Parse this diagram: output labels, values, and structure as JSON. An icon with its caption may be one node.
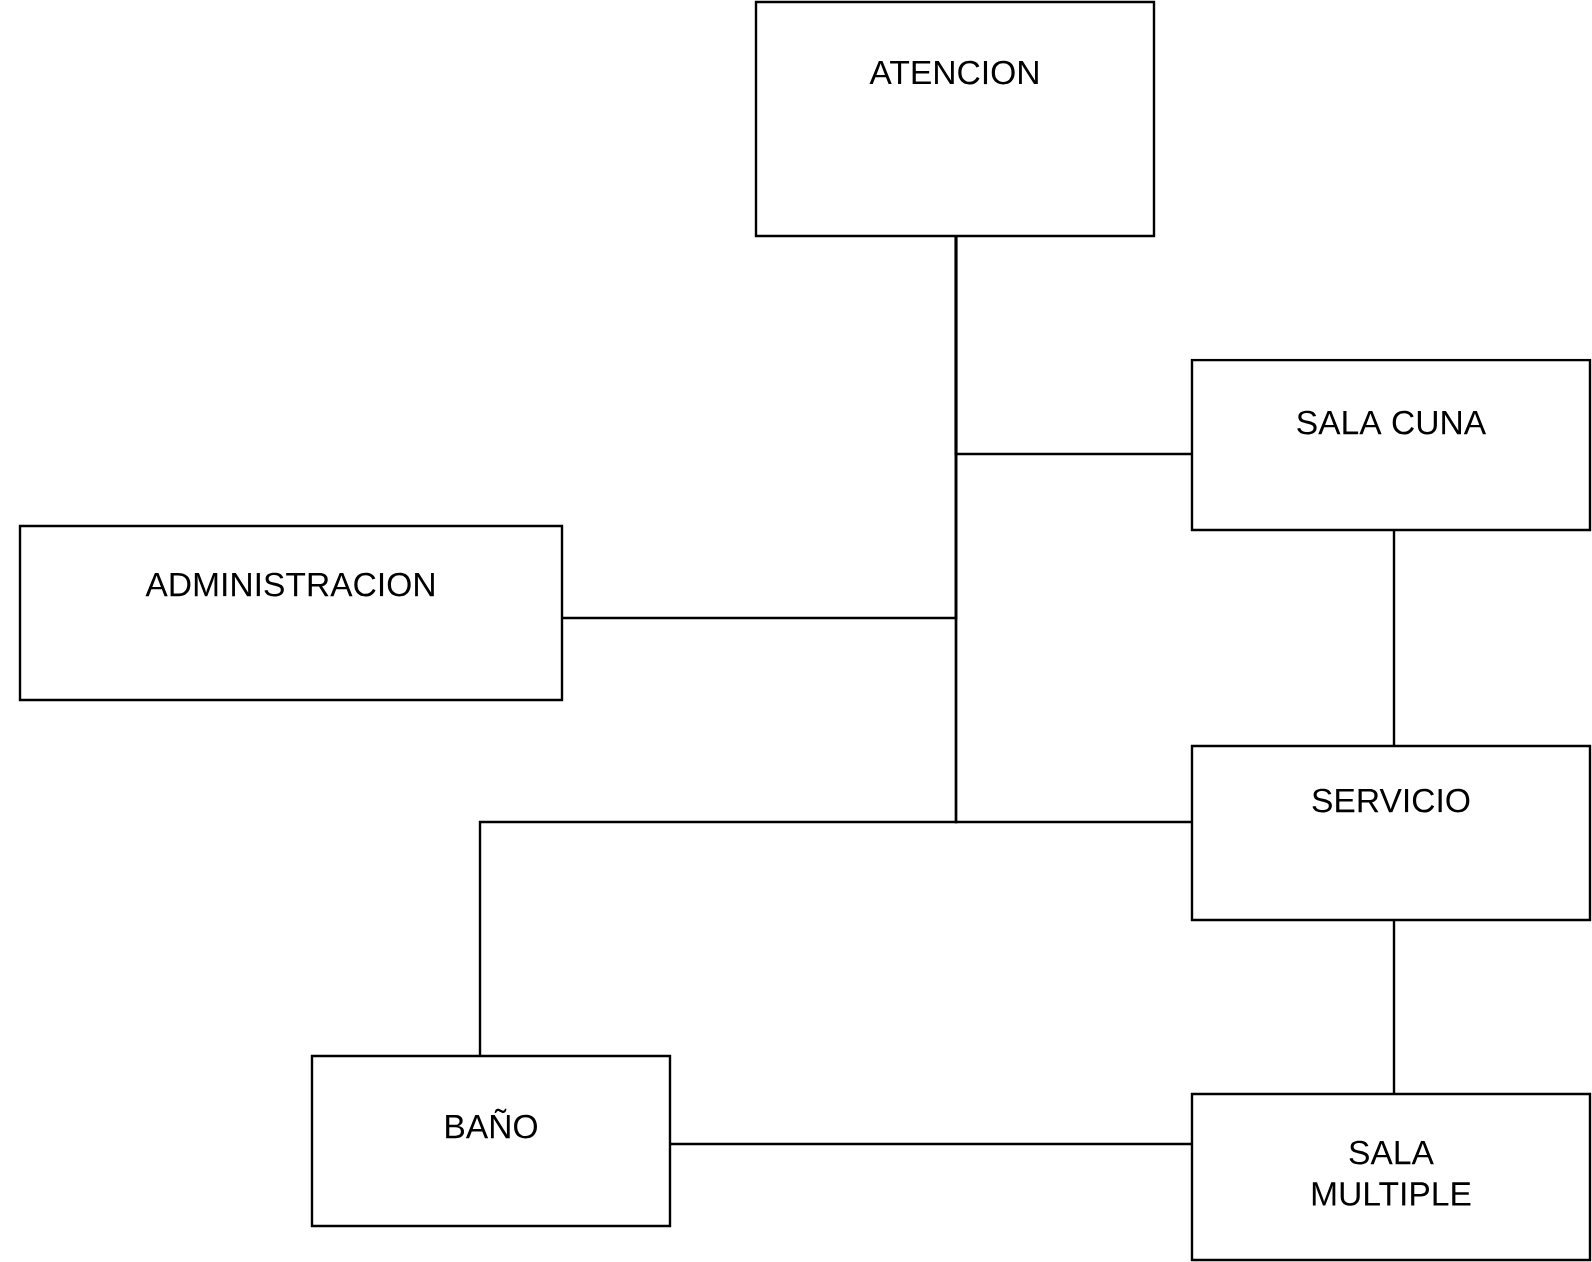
{
  "diagram": {
    "nodes": [
      {
        "text": [
          "ATENCION"
        ]
      },
      {
        "text": [
          "SALA CUNA"
        ]
      },
      {
        "text": [
          "ADMINISTRACION"
        ]
      },
      {
        "text": [
          "SERVICIO"
        ]
      },
      {
        "text": [
          "BAÑO"
        ]
      },
      {
        "text": [
          "SALA MULTIPLE"
        ]
      }
    ],
    "edges": [
      {
        "from": 0,
        "to": 1,
        "arrow": "none"
      },
      {
        "from": 0,
        "to": 2,
        "arrow": "none"
      },
      {
        "from": 0,
        "to": 3,
        "arrow": "none"
      },
      {
        "from": 0,
        "to": 4,
        "arrow": "none"
      },
      {
        "from": 1,
        "to": 3,
        "arrow": "none"
      },
      {
        "from": 3,
        "to": 5,
        "arrow": "none"
      },
      {
        "from": 4,
        "to": 5,
        "arrow": "none"
      }
    ]
  }
}
